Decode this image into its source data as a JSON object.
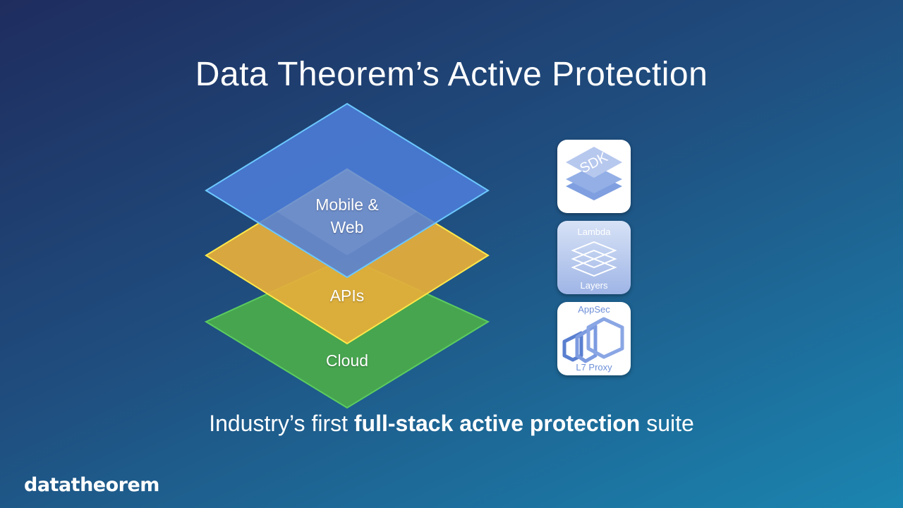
{
  "title": "Data Theorem’s Active Protection",
  "layers": {
    "top": "Mobile & Web",
    "top_line1": "Mobile &",
    "top_line2": "Web",
    "middle": "APIs",
    "bottom": "Cloud"
  },
  "tiles": {
    "sdk": "SDK",
    "lambda_top": "Lambda",
    "lambda_bottom": "Layers",
    "appsec_top": "AppSec",
    "appsec_bottom": "L7 Proxy"
  },
  "subtitle": {
    "prefix": "Industry’s first ",
    "bold": "full-stack active protection",
    "suffix": " suite"
  },
  "logo": "datatheorem",
  "colors": {
    "blue": "#4f7fdc",
    "yellow": "#e6ae3a",
    "green": "#47a54f"
  }
}
